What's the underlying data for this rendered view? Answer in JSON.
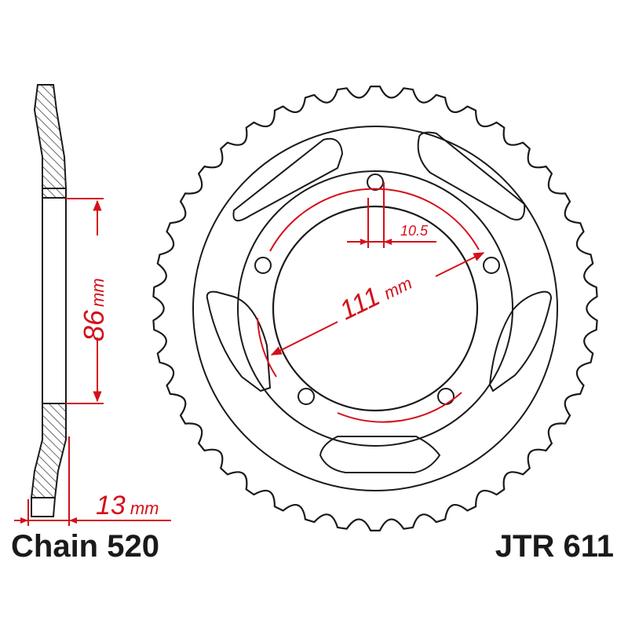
{
  "colors": {
    "outline": "#1a1a1a",
    "dimension": "#d4101a",
    "hatch": "#444444"
  },
  "part_number": "JTR 611",
  "chain": "Chain 520",
  "teeth_count": 42,
  "bolt_holes": 5,
  "dimensions": {
    "hub_diameter": {
      "value": "86",
      "unit": "mm"
    },
    "pcd": {
      "value": "111",
      "unit": "mm"
    },
    "bolt_hole": {
      "value": "10.5"
    },
    "thickness": {
      "value": "13",
      "unit": "mm"
    }
  }
}
